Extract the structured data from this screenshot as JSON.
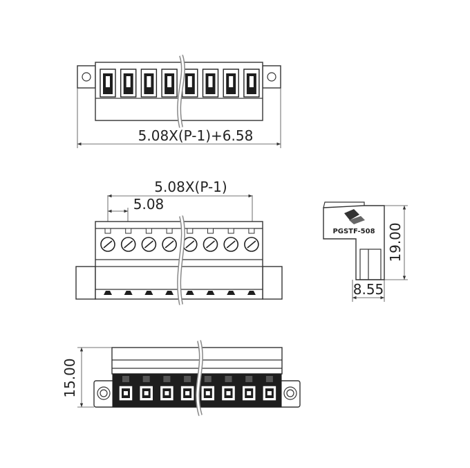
{
  "dimensions": {
    "overall_length": "5.08X(P-1)+6.58",
    "pin_span": "5.08X(P-1)",
    "pitch": "5.08",
    "side_height": "19.00",
    "side_depth": "8.55",
    "bottom_height": "15.00"
  },
  "part_label": "PGSTF-508",
  "pin_count_shown": 8,
  "colors": {
    "line": "#333333",
    "fill_dark": "#1e1e1e",
    "break_mark": "#888888"
  }
}
